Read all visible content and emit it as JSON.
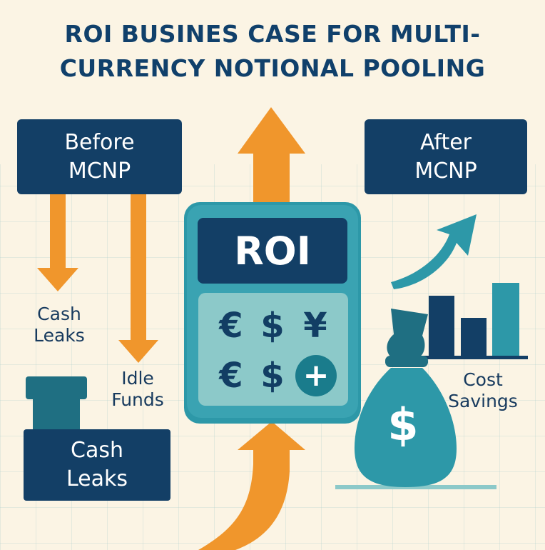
{
  "title": "ROI BUSINES CASE FOR MULTI-\nCURRENCY NOTIONAL POOLING",
  "before_box": "Before\nMCNP",
  "after_box": "After\nMCNP",
  "calculator": {
    "screen_label": "ROI",
    "symbols": [
      "€",
      "$",
      "¥",
      "€",
      "$"
    ],
    "plus_symbol": "+"
  },
  "labels": {
    "cash_leaks_top": "Cash\nLeaks",
    "idle_funds": "Idle\nFunds",
    "cash_leaks_box": "Cash\nLeaks",
    "cost_savings": "Cost\nSavings"
  },
  "money_bag_symbol": "$",
  "colors": {
    "navy": "#133f66",
    "teal": "#2d98a8",
    "orange": "#f0962c",
    "background": "#fbf4e4"
  }
}
